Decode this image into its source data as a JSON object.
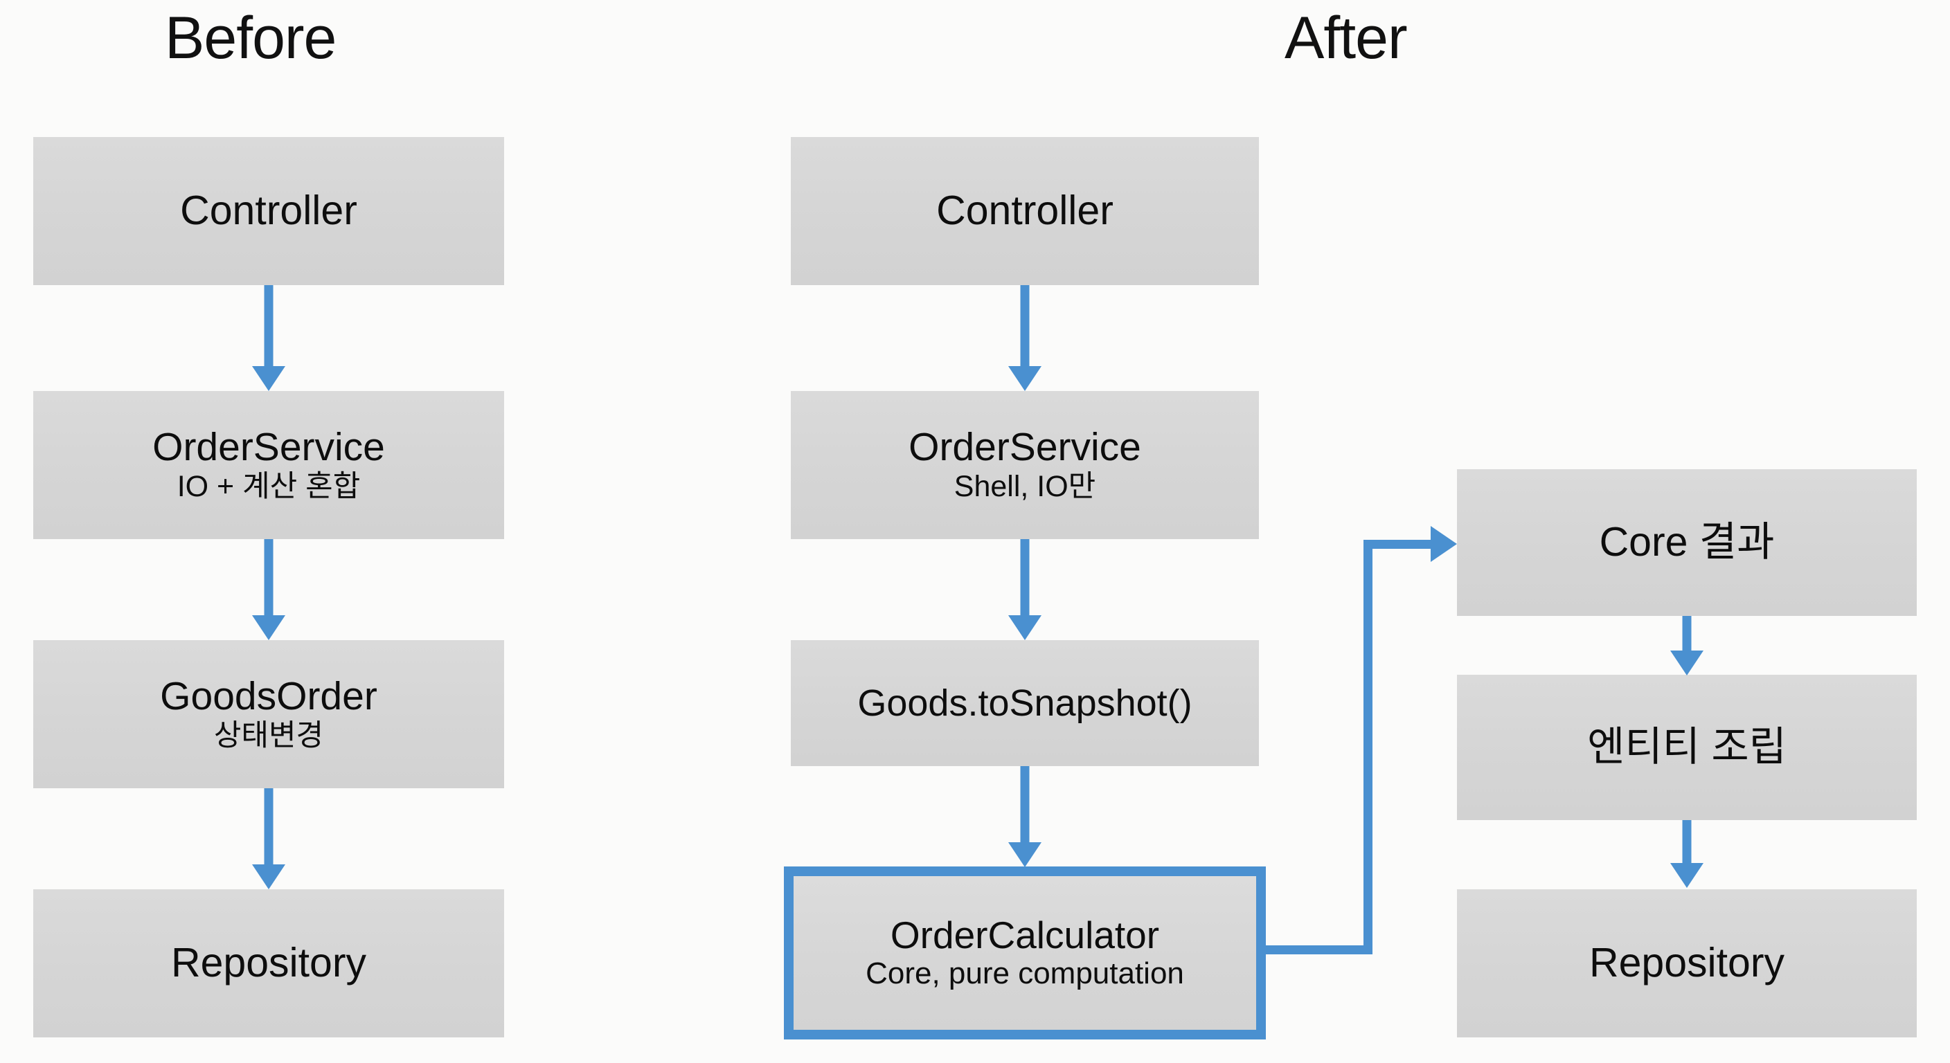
{
  "diagram": {
    "title_before": "Before",
    "title_after": "After",
    "colors": {
      "node_fill": "#d7d7d7",
      "arrow": "#4a90d0",
      "highlight_border": "#4a90d0",
      "background": "#fbfbfa",
      "text": "#0d0d0d"
    },
    "before_column": {
      "label": "Before",
      "nodes": [
        {
          "title": "Controller",
          "sub": ""
        },
        {
          "title": "OrderService",
          "sub": "IO + 계산 혼합"
        },
        {
          "title": "GoodsOrder",
          "sub": "상태변경"
        },
        {
          "title": "Repository",
          "sub": ""
        }
      ]
    },
    "after_column": {
      "label": "After",
      "nodes": [
        {
          "title": "Controller",
          "sub": ""
        },
        {
          "title": "OrderService",
          "sub": "Shell, IO만"
        },
        {
          "title": "Goods.toSnapshot()",
          "sub": ""
        },
        {
          "title": "OrderCalculator",
          "sub": "Core, pure computation",
          "highlighted": true
        }
      ]
    },
    "result_column": {
      "nodes": [
        {
          "title": "Core 결과",
          "sub": ""
        },
        {
          "title": "엔티티 조립",
          "sub": ""
        },
        {
          "title": "Repository",
          "sub": ""
        }
      ]
    },
    "edges": [
      {
        "from": "Controller",
        "to": "OrderService",
        "column": "before",
        "style": "arrow-down"
      },
      {
        "from": "OrderService",
        "to": "GoodsOrder",
        "column": "before",
        "style": "arrow-down"
      },
      {
        "from": "GoodsOrder",
        "to": "Repository",
        "column": "before",
        "style": "arrow-down"
      },
      {
        "from": "Controller",
        "to": "OrderService",
        "column": "after",
        "style": "arrow-down"
      },
      {
        "from": "OrderService",
        "to": "Goods.toSnapshot()",
        "column": "after",
        "style": "arrow-down"
      },
      {
        "from": "Goods.toSnapshot()",
        "to": "OrderCalculator",
        "column": "after",
        "style": "arrow-down"
      },
      {
        "from": "OrderCalculator",
        "to": "Core 결과",
        "column": "cross",
        "style": "elbow-right-up-right"
      },
      {
        "from": "Core 결과",
        "to": "엔티티 조립",
        "column": "result",
        "style": "arrow-down"
      },
      {
        "from": "엔티티 조립",
        "to": "Repository",
        "column": "result",
        "style": "arrow-down"
      }
    ]
  }
}
